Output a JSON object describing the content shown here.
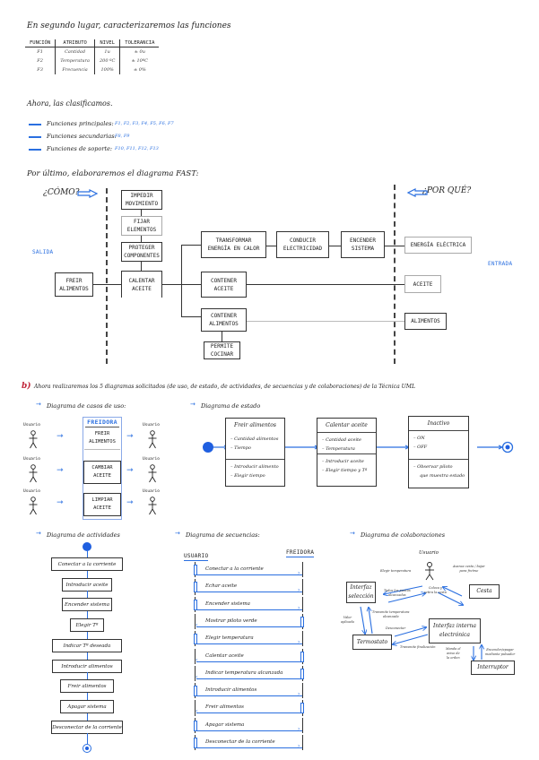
{
  "intro_text": "En segundo lugar, caracterizaremos las funciones",
  "functions_table": {
    "headers": [
      "FUNCIÓN",
      "ATRIBUTO",
      "NIVEL",
      "TOLERANCIA"
    ],
    "rows": [
      [
        "F1",
        "Cantidad",
        "1u",
        "± 0u"
      ],
      [
        "F2",
        "Temperatura",
        "200 ºC",
        "± 10ºC"
      ],
      [
        "F3",
        "Frecuencia",
        "100%",
        "± 0%"
      ]
    ]
  },
  "classification": {
    "title": "Ahora, las clasificamos.",
    "items": [
      {
        "label": "Funciones principales:",
        "values": "F1, F2, F3, F4, F5, F6, F7"
      },
      {
        "label": "Funciones secundarias:",
        "values": "F8, F9"
      },
      {
        "label": "Funciones de soporte:",
        "values": "F10, F11, F12, F13"
      }
    ]
  },
  "fast": {
    "title": "Por último, elaboraremos el diagrama FAST:",
    "how_label": "¿CÓMO?",
    "why_label": "¿POR QUÉ?",
    "output_label": "SALIDA",
    "input_label": "ENTRADA",
    "boxes": {
      "impedir": "IMPEDIR\nMOVIMIENTO",
      "fijar": "FIJAR\nELEMENTOS",
      "proteger": "PROTEGER\nCOMPONENTES",
      "calentar": "CALENTAR\nACEITE",
      "freir": "FREIR\nALIMENTOS",
      "transformar": "TRANSFORMAR\nENERGÍA EN CALOR",
      "conducir": "CONDUCIR\nELECTRICIDAD",
      "encender": "ENCENDER\nSISTEMA",
      "contener_aceite": "CONTENER\nACEITE",
      "contener_alimentos": "CONTENER\nALIMENTOS",
      "permite_cocinar": "PERMITE\nCOCINAR",
      "energia": "ENERGÍA ELÉCTRICA",
      "aceite": "ACEITE",
      "alimentos": "ALIMENTOS"
    }
  },
  "part_b": {
    "label": "b)",
    "text": "Ahora realizaremos los 5 diagramas solicitados (de uso, de estado, de actividades, de secuencias y de colaboraciones) de la Técnica UML"
  },
  "use_case": {
    "title": "Diagrama de casos de uso:",
    "system": "FREIDORA",
    "actor": "Usuario",
    "cases": [
      "FREIR\nALIMENTOS",
      "CAMBIAR\nACEITE",
      "LIMPIAR\nACEITE"
    ]
  },
  "state_diagram": {
    "title": "Diagrama de estado",
    "states": [
      {
        "name": "Freir alimentos",
        "attrs": [
          "Cantidad alimentos",
          "Tiempo"
        ],
        "actions": [
          "Introducir alimento",
          "Elegir tiempo"
        ]
      },
      {
        "name": "Calentar aceite",
        "attrs": [
          "Cantidad aceite",
          "Temperatura"
        ],
        "actions": [
          "Introducir aceite",
          "Elegir tiempo y Tª"
        ]
      },
      {
        "name": "Inactivo",
        "attrs": [
          "ON",
          "OFF"
        ],
        "actions": [
          "Observar piloto",
          "que muestra estado"
        ]
      }
    ]
  },
  "activity_diagram": {
    "title": "Diagrama de actividades",
    "steps": [
      "Conectar a la corriente",
      "Introducir aceite",
      "Encender sistema",
      "Elegir Tª",
      "Indicar Tª deseada",
      "Introducir alimentos",
      "Freir alimentos",
      "Apagar sistema",
      "Desconectar de la corriente"
    ]
  },
  "sequence_diagram": {
    "title": "Diagrama de secuencias:",
    "lifelines": [
      "USUARIO",
      "FREIDORA"
    ],
    "messages": [
      {
        "text": "Conectar a la corriente",
        "dir": "right"
      },
      {
        "text": "Echar aceite",
        "dir": "right"
      },
      {
        "text": "Encender sistema",
        "dir": "right"
      },
      {
        "text": "Mostrar piloto verde",
        "dir": "left"
      },
      {
        "text": "Elegir temperatura",
        "dir": "right"
      },
      {
        "text": "Calentar aceite",
        "dir": "left"
      },
      {
        "text": "Indicar temperatura alcanzada",
        "dir": "left"
      },
      {
        "text": "Introducir alimentos",
        "dir": "right"
      },
      {
        "text": "Freir alimentos",
        "dir": "left"
      },
      {
        "text": "Apagar sistema",
        "dir": "right"
      },
      {
        "text": "Desconectar de la corriente",
        "dir": "right"
      }
    ]
  },
  "collab_diagram": {
    "title": "Diagrama de colaboraciones",
    "actor": "Usuario",
    "nodes": {
      "interfaz_sel": "Interfaz\nselección",
      "cesta": "Cesta",
      "termostato": "Termostato",
      "interfaz_int": "Interfaz interna\nelectrónica",
      "interruptor": "Interruptor"
    },
    "labels": {
      "elegir_temp": "Elegir temperatura",
      "todos_puntos": "Todos los puntos\nalcanzados",
      "coloca_retira": "Coloca y\nretira la cesta",
      "avanza_cesta": "Avanza cesta / bajar\npara freírse",
      "valor_aplicado": "Valor\naplicado",
      "transmite_temp": "Transmite temperatura\nalcanzada",
      "desconectar": "Desconectar",
      "transmite_fin": "Transmite finalización",
      "manda_senal": "Manda el\naviso de\nla orden",
      "encender_apagar": "Encender/apagar\nmediante pulsador"
    }
  }
}
